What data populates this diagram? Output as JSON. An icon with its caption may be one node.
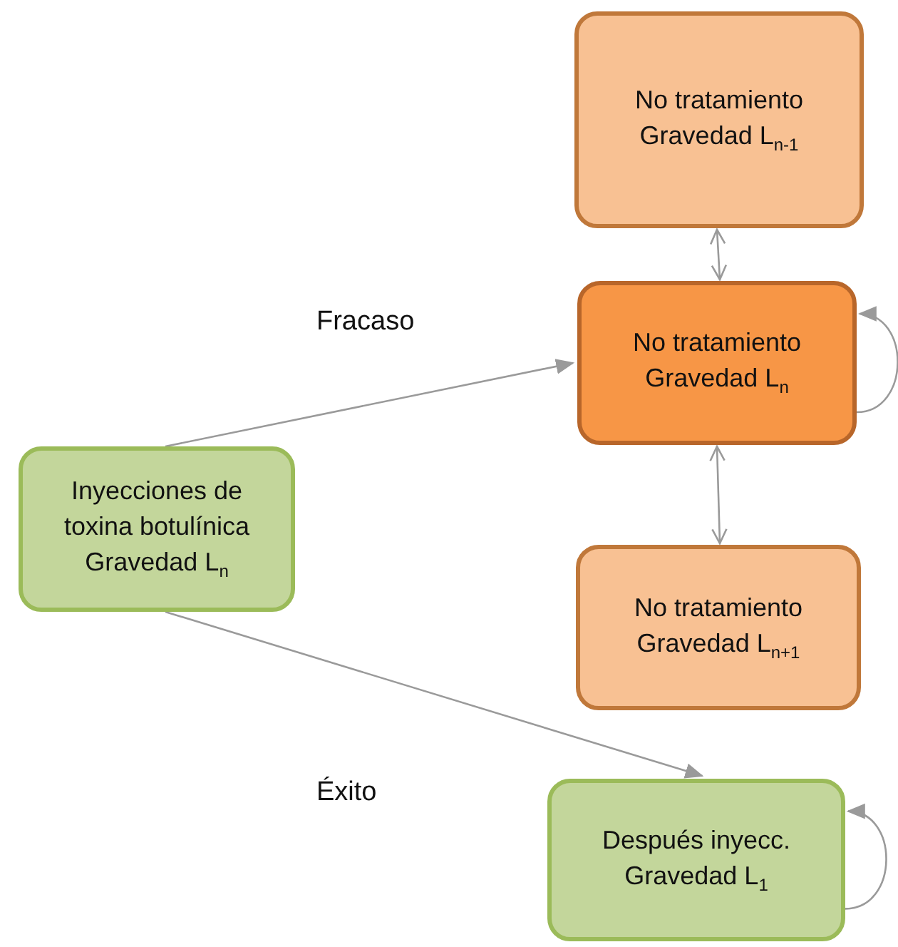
{
  "diagram": {
    "nodes": [
      {
        "text": [
          "No tratamiento Gravedad L$_{n-1}$"
        ]
      },
      {
        "text": [
          "No tratamiento Gravedad L$_{n}$"
        ]
      },
      {
        "text": [
          "Inyecciones de toxina botulínica Gravedad L$_{n}$"
        ]
      },
      {
        "text": [
          "No tratamiento Gravedad L$_{n+1}$"
        ]
      },
      {
        "text": [
          "Después inyecc. Gravedad L$_{1}$"
        ]
      }
    ],
    "edges": [
      {
        "from": 0,
        "to": 1,
        "arrow": "both"
      },
      {
        "from": 1,
        "to": 1,
        "arrow": "to"
      },
      {
        "from": 2,
        "to": 1,
        "arrow": "to"
      },
      {
        "from": 1,
        "to": 3,
        "arrow": "both"
      },
      {
        "from": 2,
        "to": 4,
        "arrow": "to"
      },
      {
        "from": 4,
        "to": 4,
        "arrow": "to"
      }
    ],
    "labels": [
      "Fracaso",
      "Éxito"
    ]
  }
}
